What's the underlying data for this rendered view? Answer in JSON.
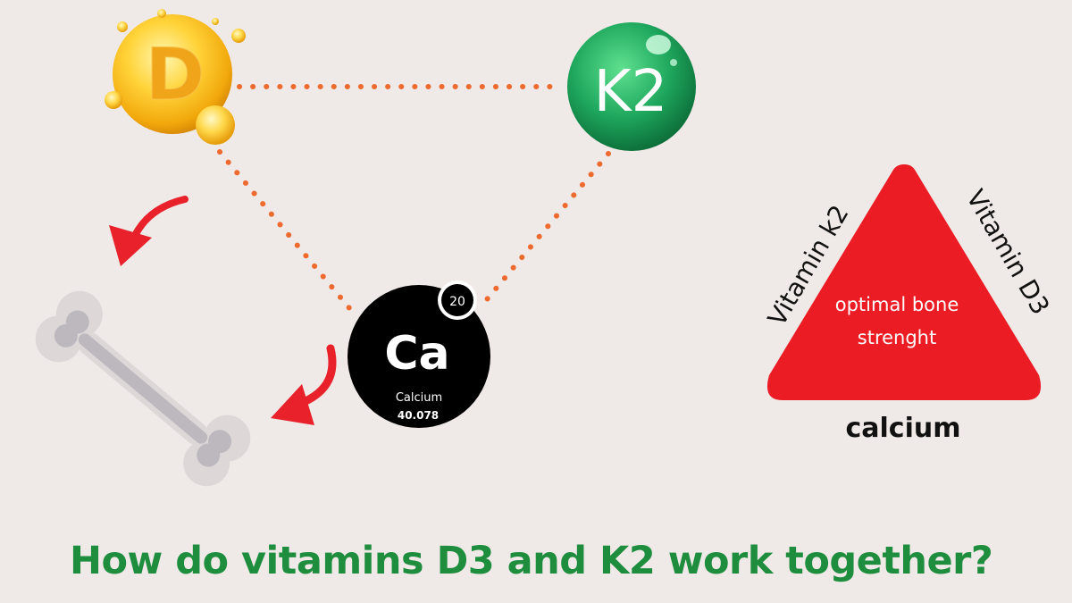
{
  "vitamin_d": {
    "label": "D"
  },
  "vitamin_k2": {
    "label": "K2"
  },
  "calcium": {
    "symbol": "Ca",
    "atomic_number": "20",
    "name": "Calcium",
    "atomic_mass": "40.078"
  },
  "triangle": {
    "left_side": "Vitamin k2",
    "right_side": "Vitamin D3",
    "bottom_side": "calcium",
    "center_line1": "optimal bone",
    "center_line2": "strenght"
  },
  "caption": "How do vitamins D3 and K2 work together?",
  "colors": {
    "background": "#efe9e7",
    "dotted_link": "#ee6a2e",
    "arrow": "#e8212a",
    "triangle": "#ec1c24",
    "caption": "#1e8e3e",
    "vitamin_d": "#f2b515",
    "vitamin_k2": "#1a9a55",
    "calcium": "#000000",
    "bone": "#c9c5c8"
  }
}
